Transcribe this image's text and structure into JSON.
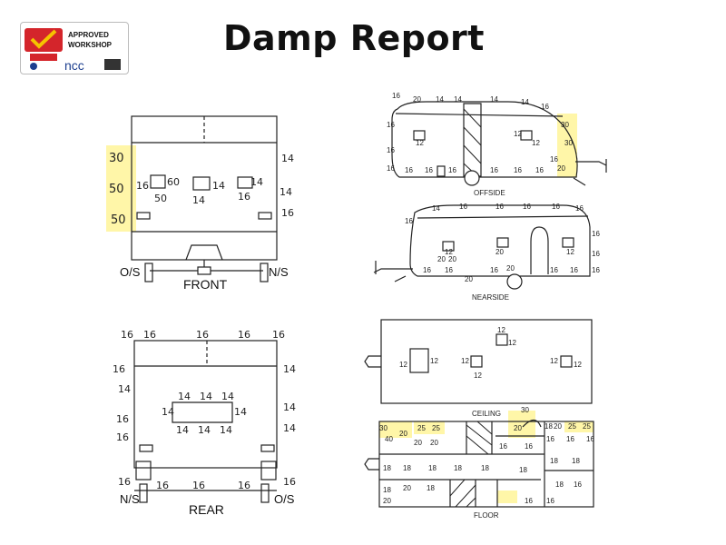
{
  "header": {
    "title": "Damp Report",
    "logo": {
      "line1": "APPROVED",
      "line2": "WORKSHOP",
      "brand": "ncc",
      "icon": "checkmark-badge-icon",
      "colors": {
        "red": "#d4252b",
        "yellow": "#f5c400",
        "blue": "#1d3f8f"
      }
    }
  },
  "front": {
    "label": "FRONT",
    "os": "O/S",
    "ns": "N/S",
    "readings_left": [
      "30",
      "50",
      "50"
    ],
    "readings_right": [
      "14",
      "14",
      "16"
    ],
    "window_readings": [
      "16",
      "60",
      "50",
      "14",
      "14",
      "14",
      "16"
    ]
  },
  "rear": {
    "label": "REAR",
    "ns": "N/S",
    "os": "O/S",
    "readings_top": [
      "16",
      "16",
      "16",
      "16",
      "16"
    ],
    "readings_left": [
      "16",
      "14",
      "16",
      "16"
    ],
    "readings_right": [
      "14",
      "14",
      "14"
    ],
    "readings_bottom": [
      "16",
      "16",
      "16",
      "16",
      "16"
    ],
    "window_readings": [
      "14",
      "14",
      "14",
      "14",
      "14",
      "14",
      "14",
      "14"
    ]
  },
  "offside": {
    "label": "OFFSIDE",
    "readings": [
      "16",
      "20",
      "14",
      "14",
      "14",
      "14",
      "16",
      "16",
      "16",
      "16",
      "16",
      "16",
      "16",
      "16",
      "16",
      "16",
      "16",
      "20",
      "30",
      "30",
      "12",
      "12",
      "12"
    ]
  },
  "nearside": {
    "label": "NEARSIDE",
    "readings": [
      "16",
      "14",
      "16",
      "16",
      "16",
      "16",
      "16",
      "16",
      "16",
      "16",
      "16",
      "16",
      "16",
      "16",
      "16",
      "20",
      "20",
      "20",
      "20",
      "20",
      "12",
      "12"
    ]
  },
  "ceiling": {
    "label": "CEILING",
    "readings": [
      "12",
      "12",
      "12",
      "12",
      "12",
      "12",
      "12",
      "12"
    ]
  },
  "floor": {
    "label": "FLOOR",
    "readings": [
      "30",
      "20",
      "40",
      "25",
      "25",
      "20",
      "20",
      "18",
      "25",
      "25",
      "20",
      "20",
      "16",
      "16",
      "16",
      "16",
      "16",
      "18",
      "18",
      "18",
      "18",
      "18",
      "18",
      "18",
      "18",
      "20",
      "20",
      "18",
      "18",
      "18",
      "16",
      "16",
      "16",
      "30"
    ]
  },
  "colors": {
    "highlight": "#fff6a8",
    "ink": "#222222"
  }
}
